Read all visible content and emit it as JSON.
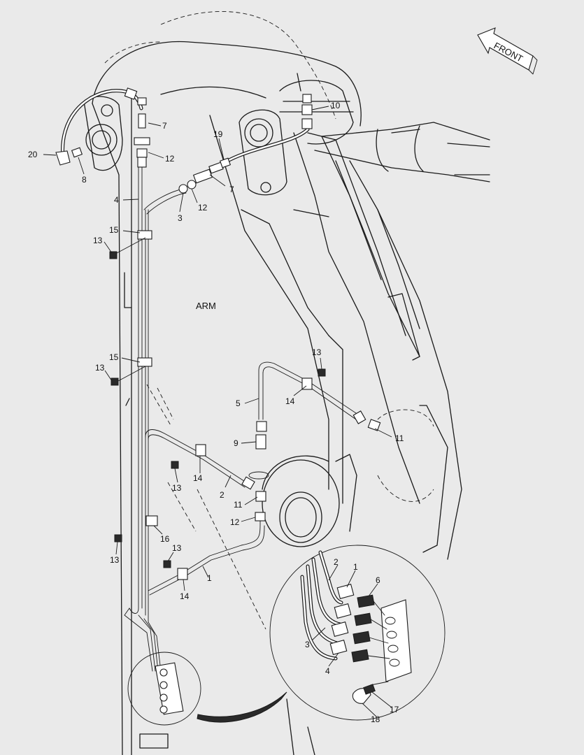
{
  "labels": {
    "front": "FRONT",
    "arm": "ARM"
  },
  "callouts": [
    {
      "id": "c-10",
      "text": "10"
    },
    {
      "id": "c-7a",
      "text": "7"
    },
    {
      "id": "c-19",
      "text": "19"
    },
    {
      "id": "c-20",
      "text": "20"
    },
    {
      "id": "c-12a",
      "text": "12"
    },
    {
      "id": "c-8",
      "text": "8"
    },
    {
      "id": "c-7b",
      "text": "7"
    },
    {
      "id": "c-4a",
      "text": "4"
    },
    {
      "id": "c-12b",
      "text": "12"
    },
    {
      "id": "c-3a",
      "text": "3"
    },
    {
      "id": "c-15a",
      "text": "15"
    },
    {
      "id": "c-13a",
      "text": "13"
    },
    {
      "id": "c-13b",
      "text": "13"
    },
    {
      "id": "c-15b",
      "text": "15"
    },
    {
      "id": "c-13c",
      "text": "13"
    },
    {
      "id": "c-5",
      "text": "5"
    },
    {
      "id": "c-14a",
      "text": "14"
    },
    {
      "id": "c-11a",
      "text": "11"
    },
    {
      "id": "c-9",
      "text": "9"
    },
    {
      "id": "c-13d",
      "text": "13"
    },
    {
      "id": "c-14b",
      "text": "14"
    },
    {
      "id": "c-2a",
      "text": "2"
    },
    {
      "id": "c-11b",
      "text": "11"
    },
    {
      "id": "c-12c",
      "text": "12"
    },
    {
      "id": "c-16",
      "text": "16"
    },
    {
      "id": "c-13e",
      "text": "13"
    },
    {
      "id": "c-13f",
      "text": "13"
    },
    {
      "id": "c-1a",
      "text": "1"
    },
    {
      "id": "c-14c",
      "text": "14"
    },
    {
      "id": "c-2b",
      "text": "2"
    },
    {
      "id": "c-1b",
      "text": "1"
    },
    {
      "id": "c-6",
      "text": "6"
    },
    {
      "id": "c-3b",
      "text": "3"
    },
    {
      "id": "c-4b",
      "text": "4"
    },
    {
      "id": "c-17",
      "text": "17"
    },
    {
      "id": "c-18",
      "text": "18"
    }
  ],
  "colors": {
    "background": "#eaeaea",
    "ink": "#1a1a1a",
    "paper": "#ffffff"
  }
}
